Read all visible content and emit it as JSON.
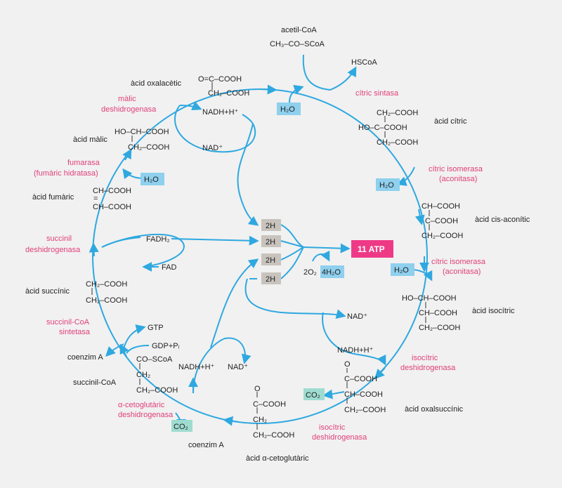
{
  "substrates": {
    "acetil_coa": "acetil-CoA",
    "acetil_coa_formula": "CH₃–CO–SCoA",
    "hscoa": "HSCoA",
    "oxalacetic_name": "àcid oxalacètic",
    "oxalacetic_l1": "O=C–COOH",
    "oxalacetic_l2": "CH₂–COOH",
    "citric_name": "àcid cítric",
    "citric_l1": "CH₂–COOH",
    "citric_l2": "HO–C–COOH",
    "citric_l3": "CH₂–COOH",
    "malic_name": "àcid màlic",
    "malic_l1": "HO–CH–COOH",
    "malic_l2": "CH₂–COOH",
    "fumaric_name": "àcid fumàric",
    "fumaric_l1": "CH–COOH",
    "fumaric_bond": "=",
    "fumaric_l2": "CH–COOH",
    "cisaconitic_name": "àcid cis-aconític",
    "cisaconitic_l1": "CH–COOH",
    "cisaconitic_l2": "C–COOH",
    "cisaconitic_l3": "CH₂–COOH",
    "succinic_name": "àcid succínic",
    "succinic_l1": "CH₂–COOH",
    "succinic_l2": "CH₂–COOH",
    "isocitric_name": "àcid isocítric",
    "isocitric_l1": "HO–CH–COOH",
    "isocitric_l2": "CH–COOH",
    "isocitric_l3": "CH₂–COOH",
    "succinylcoa_name": "succinil-CoA",
    "succinylcoa_l1": "CO–SCoA",
    "succinylcoa_l2": "CH₂",
    "succinylcoa_l3": "CH₂–COOH",
    "oxalsuccinic_name": "àcid oxalsuccínic",
    "oxalsuccinic_l0": "O",
    "oxalsuccinic_l1": "C–COOH",
    "oxalsuccinic_l2": "CH–COOH",
    "oxalsuccinic_l3": "CH₂–COOH",
    "ketoglutaric_name": "àcid α-cetoglutàric",
    "ketoglutaric_l0": "O",
    "ketoglutaric_l1": "C–COOH",
    "ketoglutaric_l2": "CH₂",
    "ketoglutaric_l3": "CH₂–COOH",
    "coenzim_a_1": "coenzim A",
    "coenzim_a_2": "coenzim A"
  },
  "enzymes": {
    "citric_sintasa": "cítric sintasa",
    "citric_isomerasa_1_l1": "cítric isomerasa",
    "citric_isomerasa_1_l2": "(aconitasa)",
    "citric_isomerasa_2_l1": "cítric isomerasa",
    "citric_isomerasa_2_l2": "(aconitasa)",
    "isocitric_dh_1_l1": "isocítric",
    "isocitric_dh_1_l2": "deshidrogenasa",
    "isocitric_dh_2_l1": "isocítric",
    "isocitric_dh_2_l2": "deshidrogenasa",
    "ketoglutaric_dh_l1": "α-cetoglutàric",
    "ketoglutaric_dh_l2": "deshidrogenasa",
    "succinylcoa_sint_l1": "succinil-CoA",
    "succinylcoa_sint_l2": "sintetasa",
    "succinil_dh_l1": "succinil",
    "succinil_dh_l2": "deshidrogenasa",
    "fumarasa_l1": "fumarasa",
    "fumarasa_l2": "(fumàric hidratasa)",
    "malic_dh_l1": "màlic",
    "malic_dh_l2": "deshidrogenasa"
  },
  "cofactors": {
    "nadh_top": "NADH+H⁺",
    "nad_top": "NAD⁺",
    "fadh2": "FADH₂",
    "fad": "FAD",
    "gtp": "GTP",
    "gdp_pi": "GDP+Pᵢ",
    "nadh_bottom": "NADH+H⁺",
    "nad_bottom": "NAD⁺",
    "nad_right": "NAD⁺",
    "nadh_right": "NADH+H⁺",
    "two_o2": "2O₂"
  },
  "boxes": {
    "h2o_top": "H₂O",
    "h2o_left": "H₂O",
    "h2o_right_top": "H₂O",
    "h2o_right_mid": "H₂O",
    "four_h2o": "4H₂O",
    "co2_right": "CO₂",
    "co2_bottom": "CO₂",
    "h_1": "2H",
    "h_2": "2H",
    "h_3": "2H",
    "h_4": "2H",
    "atp": "11 ATP"
  },
  "colors": {
    "flow_arrow": "#2ea8e0",
    "enzyme_text": "#e0407a",
    "water_box": "#8fd0ee",
    "co2_box": "#9fdcd0",
    "h_box": "#c8c3bd",
    "atp_box": "#ee3a86"
  }
}
